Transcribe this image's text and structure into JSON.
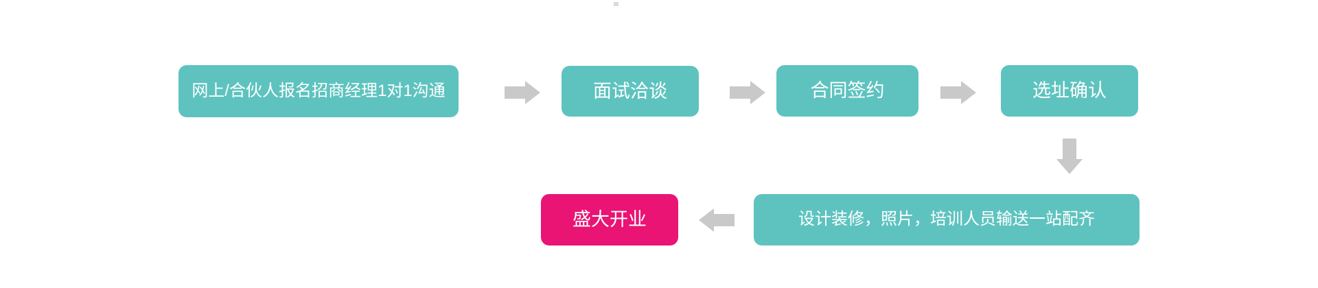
{
  "colors": {
    "background": "#FFFFFF",
    "teal": "#5EC3BF",
    "pink": "#E91473",
    "arrow_gray": "#C9C9C9",
    "text_white": "#FFFFFF"
  },
  "flowchart": {
    "steps": [
      {
        "id": "registration",
        "label": "网上/合伙人报名招商经理1对1沟通",
        "variant": "teal"
      },
      {
        "id": "interview",
        "label": "面试洽谈",
        "variant": "teal"
      },
      {
        "id": "contract",
        "label": "合同签约",
        "variant": "teal"
      },
      {
        "id": "site-selection",
        "label": "选址确认",
        "variant": "teal"
      },
      {
        "id": "preparation",
        "label": "设计装修，照片，培训人员输送一站配齐",
        "variant": "teal"
      },
      {
        "id": "opening",
        "label": "盛大开业",
        "variant": "pink"
      }
    ],
    "connectors": [
      {
        "icon": "arrow-right-icon",
        "from": "registration",
        "to": "interview"
      },
      {
        "icon": "arrow-right-icon",
        "from": "interview",
        "to": "contract"
      },
      {
        "icon": "arrow-right-icon",
        "from": "contract",
        "to": "site-selection"
      },
      {
        "icon": "arrow-down-icon",
        "from": "site-selection",
        "to": "preparation"
      },
      {
        "icon": "arrow-left-icon",
        "from": "preparation",
        "to": "opening"
      }
    ]
  }
}
